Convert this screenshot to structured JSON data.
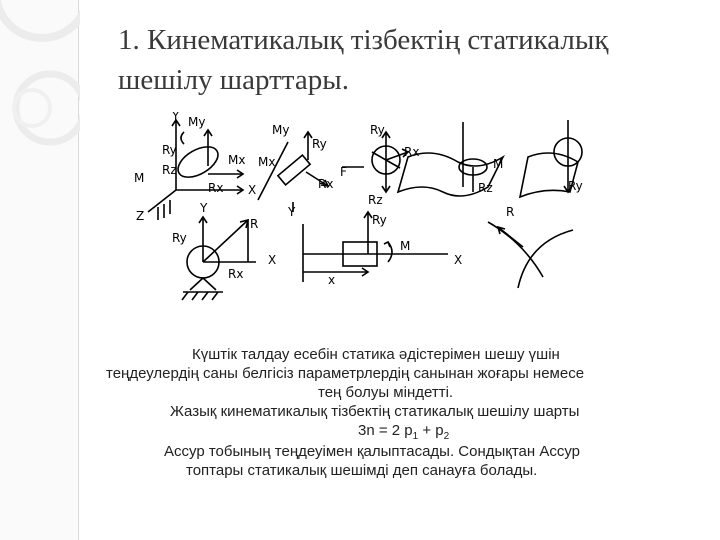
{
  "slide": {
    "title_line1": "1. Кинематикалық тізбектің статикалық",
    "title_line2": "шешілу шарттары."
  },
  "figure": {
    "labels": {
      "y1": "Y",
      "my1": "My",
      "ry1": "Ry",
      "rz1": "Rz",
      "m1": "M",
      "mx1": "Mx",
      "rx1": "Rx",
      "x1": "X",
      "z1": "Z",
      "y1b": "Y",
      "my2": "My",
      "ry2": "Ry",
      "mx2": "Mx",
      "rx2": "Rx",
      "y2": "Y",
      "ry3": "Ry",
      "rx3": "Rx",
      "rz3": "Rz",
      "f3": "F",
      "m4": "M",
      "rz4": "Rz",
      "ry5": "Ry",
      "ry6": "Ry",
      "r6": "R",
      "rx6": "Rx",
      "x6": "X",
      "ry7": "Ry",
      "m7": "M",
      "x7a": "x",
      "x7b": "X",
      "r8": "R"
    }
  },
  "body": {
    "line1": "Күштік талдау есебін статика әдістерімен шешу үшін",
    "line2": "теңдеулердің саны белгісіз параметрлердің санынан жоғары немесе",
    "line3": "тең болуы міндетті.",
    "line4": "Жазық кинематикалық тізбектің статикалық шешілу шарты",
    "formula_main": "3n = 2 p",
    "formula_sub1": "1",
    "formula_plus": " + p",
    "formula_sub2": "2",
    "line6": "Ассур тобының теңдеуімен қалыптасады. Сондықтан Ассур",
    "line7": "топтары статикалық шешімді деп санауға болады."
  }
}
